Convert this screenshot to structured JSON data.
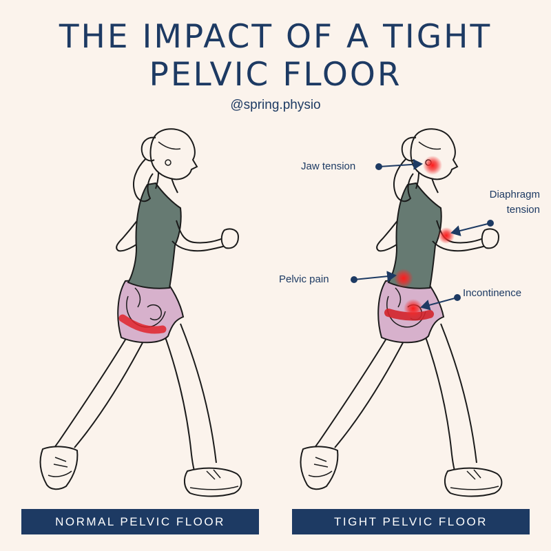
{
  "header": {
    "title_line1": "THE IMPACT OF A TIGHT",
    "title_line2": "PELVIC FLOOR",
    "handle": "@spring.physio"
  },
  "panels": [
    {
      "label": "NORMAL PELVIC FLOOR"
    },
    {
      "label": "TIGHT PELVIC FLOOR",
      "callouts": [
        {
          "text": "Jaw tension"
        },
        {
          "text": "Diaphragm tension"
        },
        {
          "text": "Pelvic pain"
        },
        {
          "text": "Incontinence"
        }
      ]
    }
  ],
  "colors": {
    "background": "#fbf3ec",
    "navy": "#1d3a63",
    "tank_top": "#667a72",
    "shorts": "#d7b1cc",
    "pain_red": "#e0252b"
  }
}
